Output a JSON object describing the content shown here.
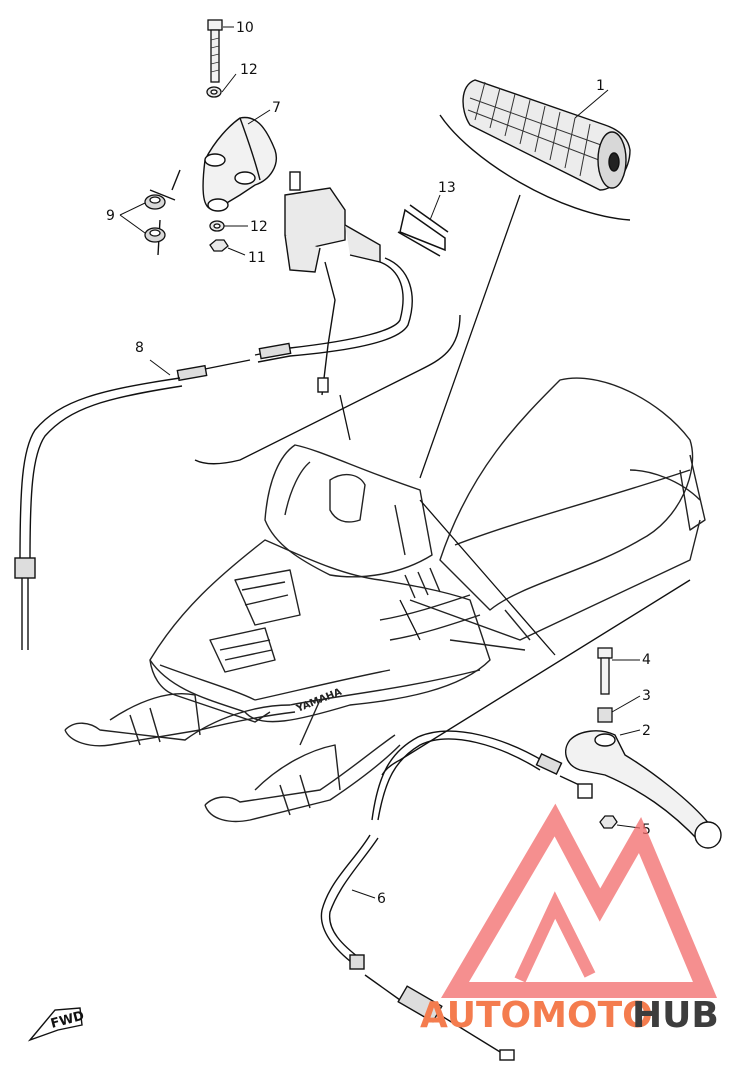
{
  "parts": [
    {
      "label": "1",
      "name": "grip"
    },
    {
      "label": "2",
      "name": "brake-lever"
    },
    {
      "label": "3",
      "name": "collar"
    },
    {
      "label": "4",
      "name": "lever-bolt"
    },
    {
      "label": "5",
      "name": "lever-nut"
    },
    {
      "label": "6",
      "name": "brake-cable"
    },
    {
      "label": "7",
      "name": "throttle-housing"
    },
    {
      "label": "8",
      "name": "throttle-cable"
    },
    {
      "label": "9",
      "name": "grommet"
    },
    {
      "label": "10",
      "name": "housing-bolt"
    },
    {
      "label": "11",
      "name": "housing-nut"
    },
    {
      "label": "12",
      "name": "washer"
    },
    {
      "label": "12",
      "name": "washer-lower"
    },
    {
      "label": "13",
      "name": "clip"
    }
  ],
  "decal": "YAMAHA",
  "fwd_label": "FWD",
  "watermark": {
    "part1": "AUTOMOTO",
    "part2": "HUB",
    "logo_color": "#f26a6a"
  }
}
